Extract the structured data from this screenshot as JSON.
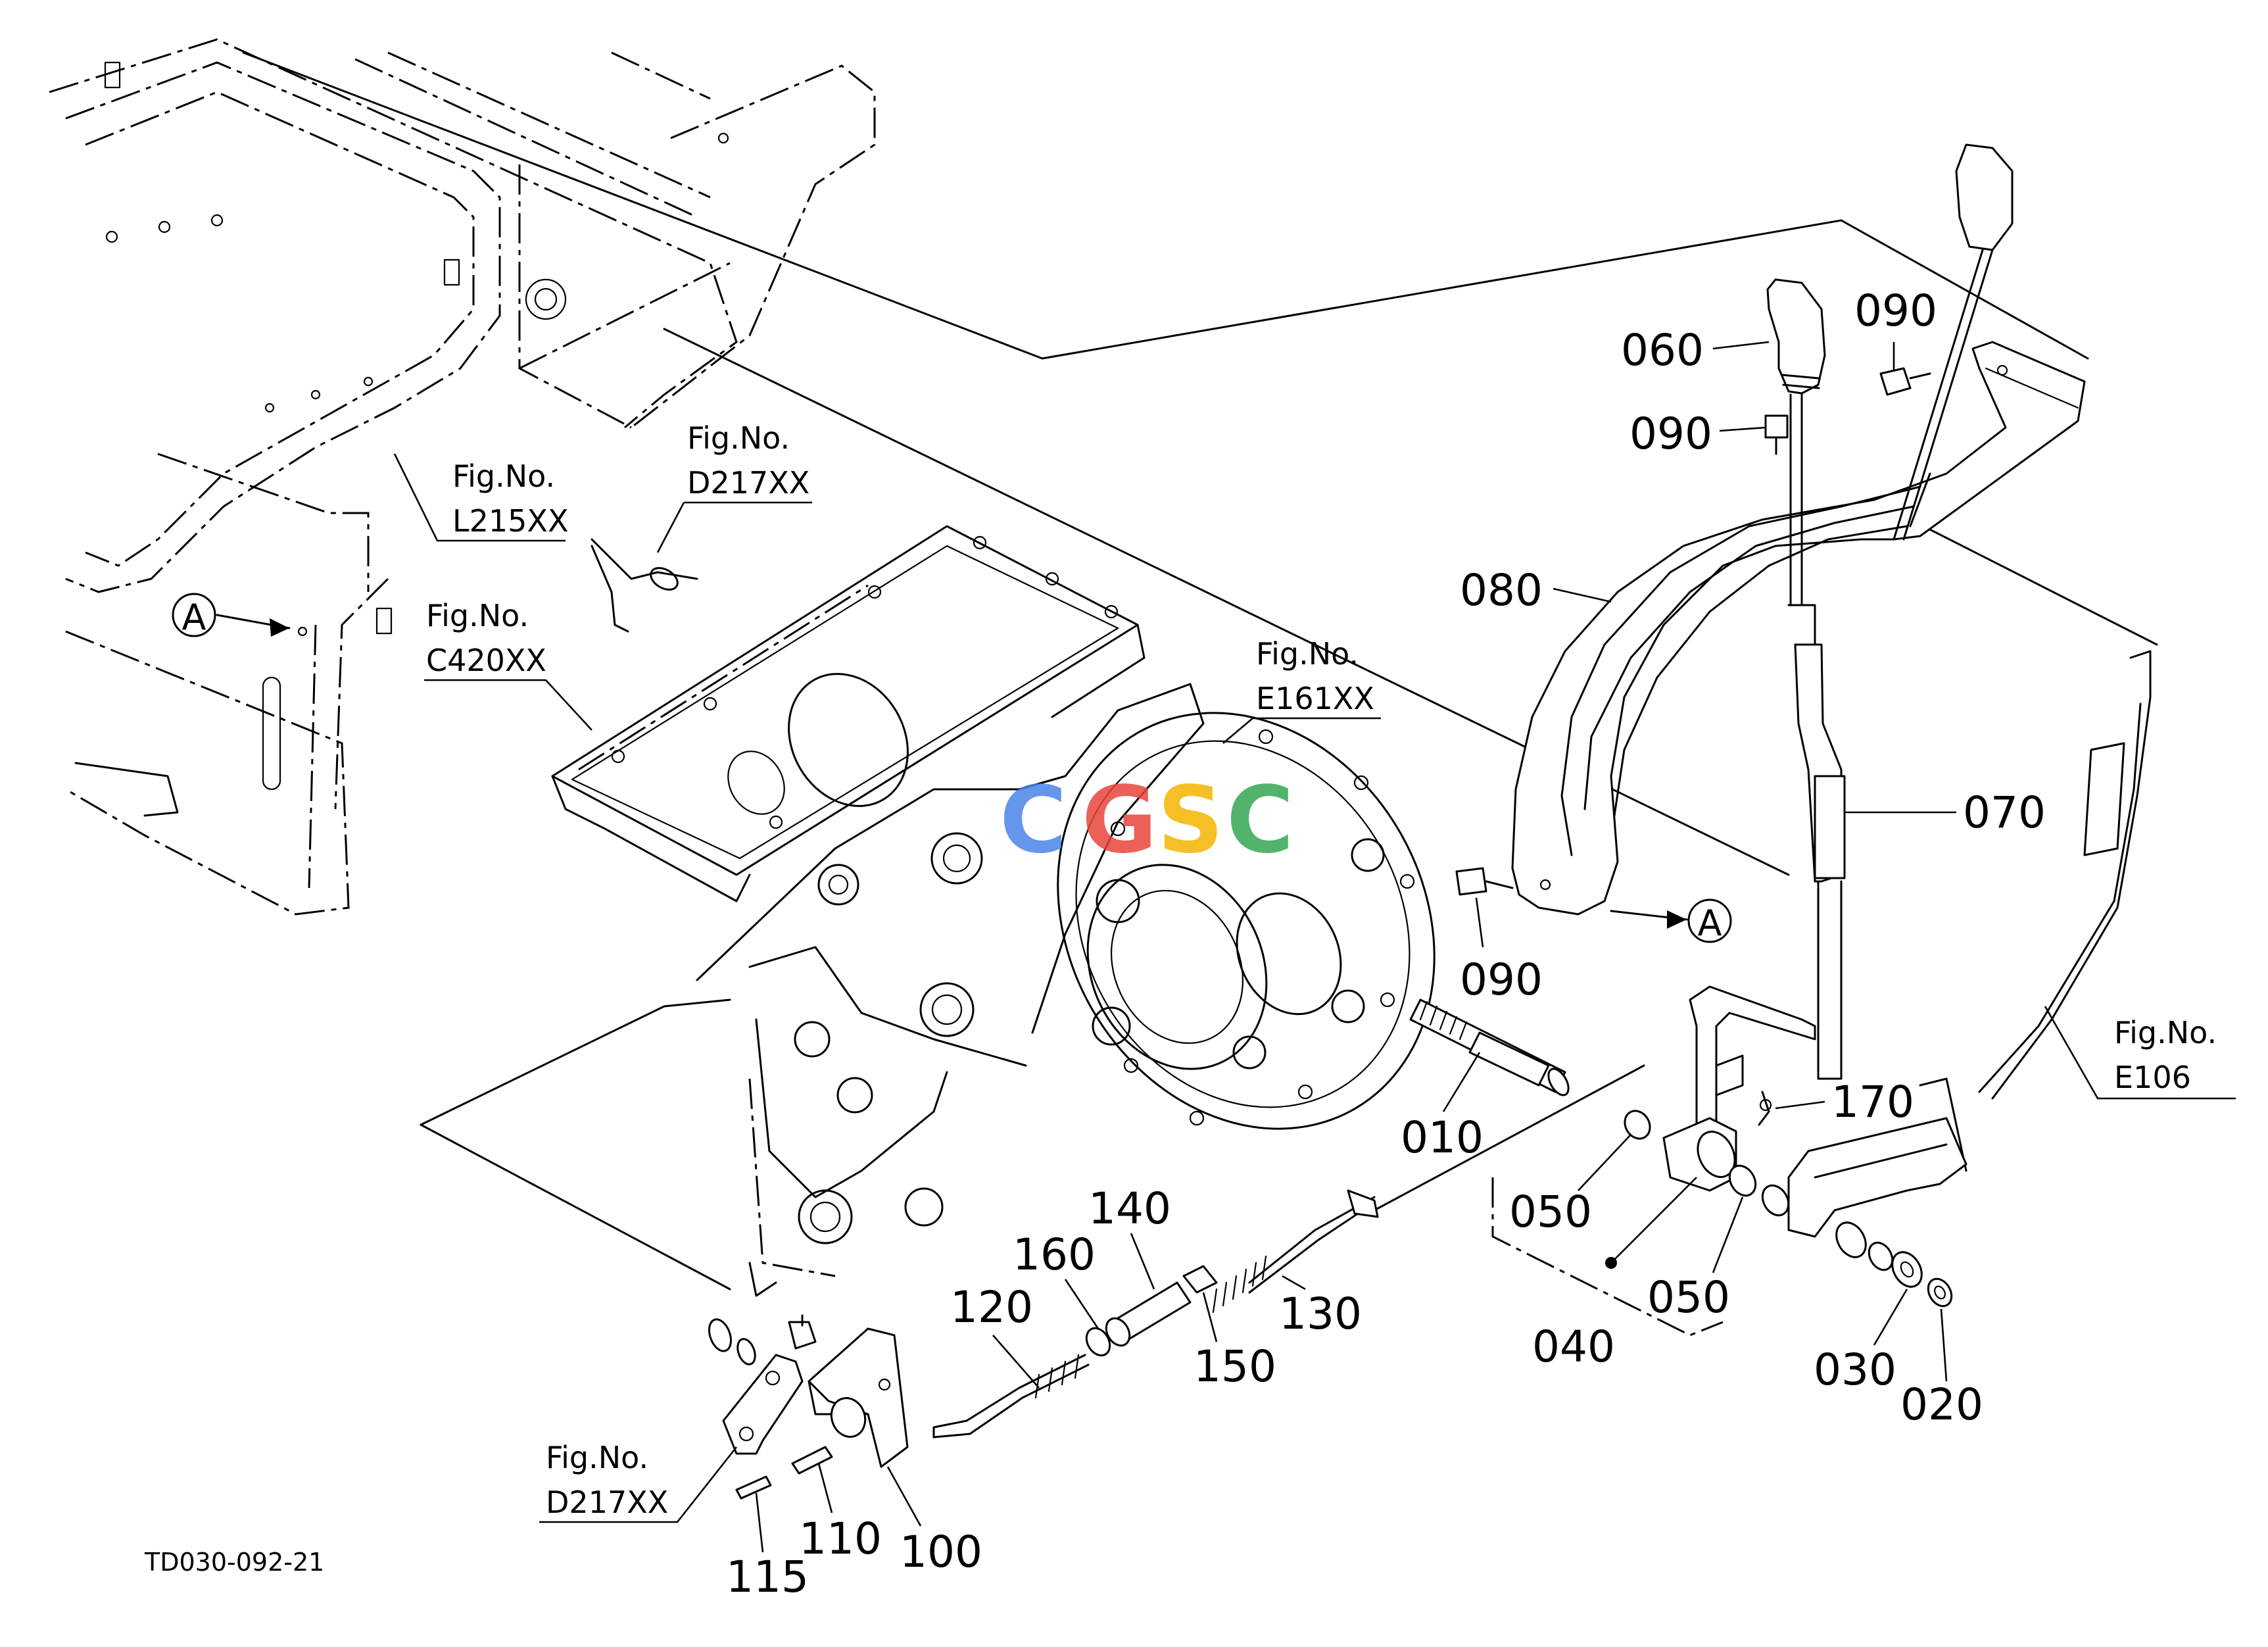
{
  "drawing_code": "TD030-092-21",
  "watermark": {
    "letters": [
      "C",
      "G",
      "S",
      "C"
    ],
    "colors": [
      "#4a86e8",
      "#e8453c",
      "#f4b400",
      "#34a853"
    ]
  },
  "callout_marker": "A",
  "figure_refs": [
    {
      "id": "l215",
      "label": "Fig.No.",
      "code": "L215XX"
    },
    {
      "id": "d217_top",
      "label": "Fig.No.",
      "code": "D217XX"
    },
    {
      "id": "c420",
      "label": "Fig.No.",
      "code": "C420XX"
    },
    {
      "id": "e161",
      "label": "Fig.No.",
      "code": "E161XX"
    },
    {
      "id": "e106",
      "label": "Fig.No.",
      "code": "E106"
    },
    {
      "id": "d217_bottom",
      "label": "Fig.No.",
      "code": "D217XX"
    }
  ],
  "parts": {
    "p010": "010",
    "p020": "020",
    "p030": "030",
    "p040": "040",
    "p050a": "050",
    "p050b": "050",
    "p060": "060",
    "p070": "070",
    "p080": "080",
    "p090a": "090",
    "p090b": "090",
    "p090c": "090",
    "p100": "100",
    "p110": "110",
    "p115": "115",
    "p120": "120",
    "p130": "130",
    "p140": "140",
    "p150": "150",
    "p160": "160",
    "p170": "170"
  }
}
